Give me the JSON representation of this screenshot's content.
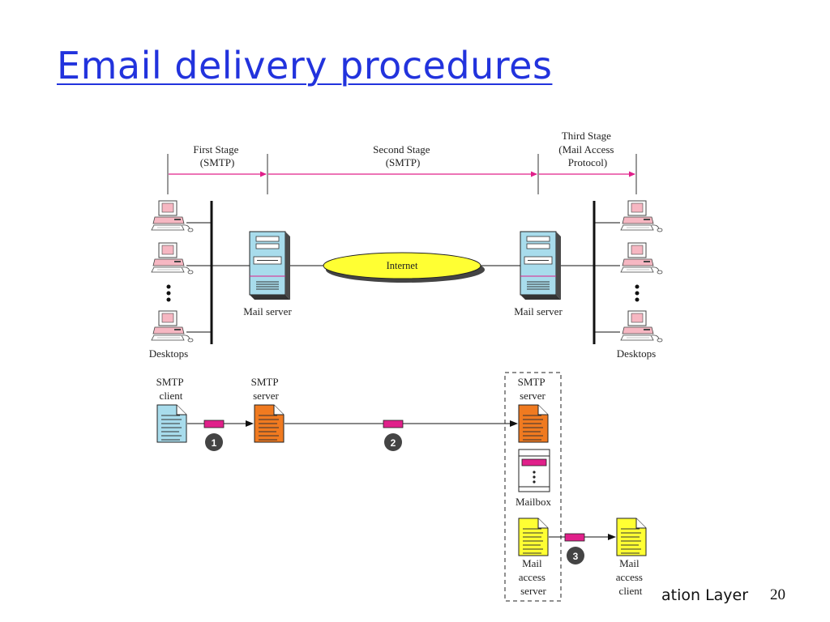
{
  "title": "Email delivery procedures",
  "stages": {
    "first": [
      "First Stage",
      "(SMTP)"
    ],
    "second": [
      "Second Stage",
      "(SMTP)"
    ],
    "third": [
      "Third Stage",
      "(Mail Access",
      "Protocol)"
    ]
  },
  "network": {
    "internet": "Internet",
    "mail_server_left": "Mail server",
    "mail_server_right": "Mail server",
    "desktops_left": "Desktops",
    "desktops_right": "Desktops"
  },
  "flow": {
    "smtp_client": [
      "SMTP",
      "client"
    ],
    "smtp_server_1": [
      "SMTP",
      "server"
    ],
    "smtp_server_2": [
      "SMTP",
      "server"
    ],
    "mailbox": "Mailbox",
    "mail_access_server": [
      "Mail",
      "access",
      "server"
    ],
    "mail_access_client": [
      "Mail",
      "access",
      "client"
    ],
    "steps": [
      "1",
      "2",
      "3"
    ]
  },
  "footer": {
    "label": "ation Layer",
    "page": "20"
  },
  "colors": {
    "title": "#2233dd",
    "stage_arrow": "#e0208a",
    "message": "#e0208a",
    "internet": "#ffff33",
    "server_body": "#a8dcec",
    "client_doc": "#a8dcec",
    "smtp_server_doc": "#f07a20",
    "mail_access_doc": "#ffff33"
  }
}
